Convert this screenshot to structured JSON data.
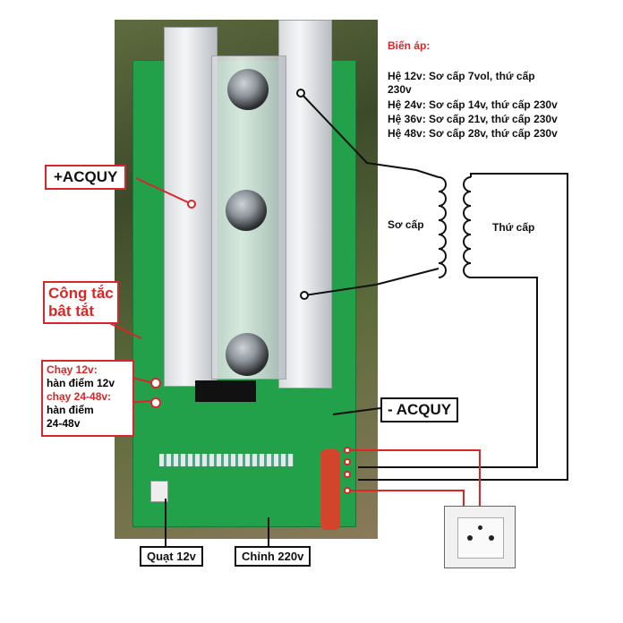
{
  "notes": {
    "title": "Biến áp:",
    "lines": [
      "Hệ 12v: Sơ cấp 7vol, thứ cấp",
      "230v",
      "Hệ 24v: Sơ cấp 14v, thứ cấp 230v",
      "Hệ 36v: Sơ cấp 21v, thứ cấp 230v",
      "Hệ 48v: Sơ cấp 28v, thứ cấp 230v"
    ]
  },
  "transformer": {
    "primary_label": "Sơ cấp",
    "secondary_label": "Thứ cấp"
  },
  "labels": {
    "acquy_pos": "+ACQUY",
    "acquy_neg": "- ACQUY",
    "switch_line1": "Công tắc",
    "switch_line2": "bât tắt",
    "fan": "Quạt 12v",
    "adjust": "Chỉnh 220v"
  },
  "run_notes": {
    "line1": "Chạy 12v:",
    "line2": "hàn điểm 12v",
    "line3": "chạy 24-48v:",
    "line4": "hàn điểm",
    "line5": "24-48v"
  },
  "colors": {
    "annotation_red": "#d9262c",
    "wire_black": "#111111",
    "wire_red": "#e02424",
    "pcb_green": "#22a04a"
  }
}
